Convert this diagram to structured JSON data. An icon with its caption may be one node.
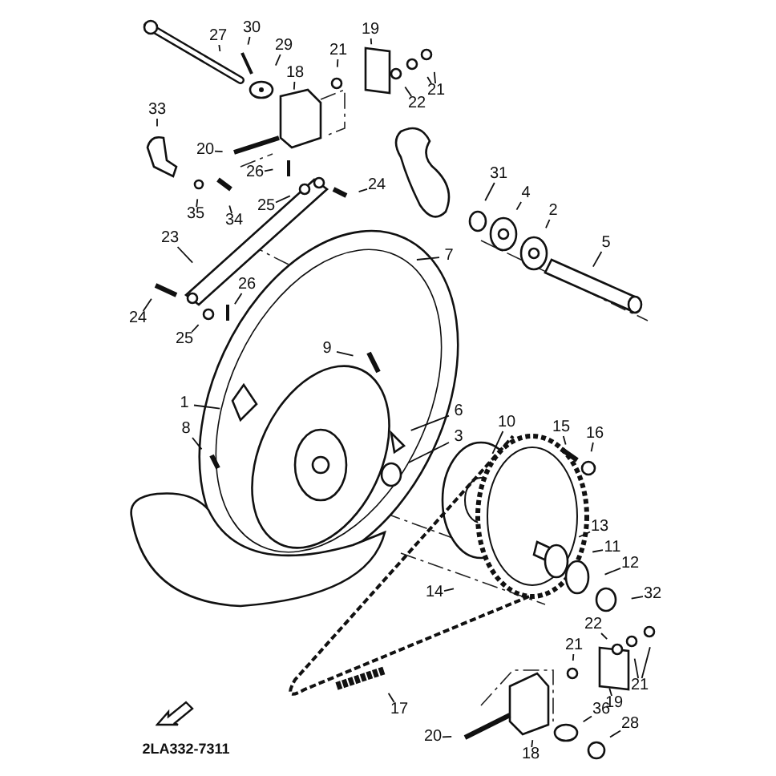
{
  "diagram": {
    "nodes": [
      {
        "text": [
          "30"
        ]
      },
      {
        "text": [
          "19"
        ]
      },
      {
        "text": [
          "27"
        ]
      },
      {
        "text": [
          "29"
        ]
      },
      {
        "text": [
          "21"
        ]
      },
      {
        "text": [
          "18"
        ]
      },
      {
        "text": [
          "21"
        ]
      },
      {
        "text": [
          "22"
        ]
      },
      {
        "text": [
          "33"
        ]
      },
      {
        "text": [
          "20"
        ]
      },
      {
        "text": [
          "31"
        ]
      },
      {
        "text": [
          "26"
        ]
      },
      {
        "text": [
          "24"
        ]
      },
      {
        "text": [
          "4"
        ]
      },
      {
        "text": [
          "25"
        ]
      },
      {
        "text": [
          "35"
        ]
      },
      {
        "text": [
          "2"
        ]
      },
      {
        "text": [
          "34"
        ]
      },
      {
        "text": [
          "5"
        ]
      },
      {
        "text": [
          "23"
        ]
      },
      {
        "text": [
          "7"
        ]
      },
      {
        "text": [
          "26"
        ]
      },
      {
        "text": [
          "24"
        ]
      },
      {
        "text": [
          "25"
        ]
      },
      {
        "text": [
          "9"
        ]
      },
      {
        "text": [
          "1"
        ]
      },
      {
        "text": [
          "6"
        ]
      },
      {
        "text": [
          "8"
        ]
      },
      {
        "text": [
          "15"
        ]
      },
      {
        "text": [
          "3"
        ]
      },
      {
        "text": [
          "16"
        ]
      },
      {
        "text": [
          "10"
        ]
      },
      {
        "text": [
          "13"
        ]
      },
      {
        "text": [
          "11"
        ]
      },
      {
        "text": [
          "12"
        ]
      },
      {
        "text": [
          "32"
        ]
      },
      {
        "text": [
          "14"
        ]
      },
      {
        "text": [
          "22"
        ]
      },
      {
        "text": [
          "21"
        ]
      },
      {
        "text": [
          "21"
        ]
      },
      {
        "text": [
          "19"
        ]
      },
      {
        "text": [
          "17"
        ]
      },
      {
        "text": [
          "36"
        ]
      },
      {
        "text": [
          "28"
        ]
      },
      {
        "text": [
          "20"
        ]
      },
      {
        "text": [
          "18"
        ]
      }
    ],
    "edges": [
      {
        "from": 0,
        "to": null,
        "arrow": "none"
      },
      {
        "from": 1,
        "to": null,
        "arrow": "none"
      },
      {
        "from": 2,
        "to": null,
        "arrow": "none"
      },
      {
        "from": 3,
        "to": null,
        "arrow": "none"
      },
      {
        "from": 4,
        "to": null,
        "arrow": "none"
      },
      {
        "from": 5,
        "to": null,
        "arrow": "none"
      },
      {
        "from": 6,
        "to": null,
        "arrow": "none"
      },
      {
        "from": 7,
        "to": null,
        "arrow": "none"
      },
      {
        "from": 8,
        "to": null,
        "arrow": "none"
      },
      {
        "from": 9,
        "to": null,
        "arrow": "none"
      },
      {
        "from": 10,
        "to": null,
        "arrow": "none"
      },
      {
        "from": 11,
        "to": null,
        "arrow": "none"
      },
      {
        "from": 12,
        "to": null,
        "arrow": "none"
      },
      {
        "from": 13,
        "to": null,
        "arrow": "none"
      },
      {
        "from": 14,
        "to": null,
        "arrow": "none"
      },
      {
        "from": 15,
        "to": null,
        "arrow": "none"
      },
      {
        "from": 16,
        "to": null,
        "arrow": "none"
      },
      {
        "from": 17,
        "to": null,
        "arrow": "none"
      },
      {
        "from": 18,
        "to": null,
        "arrow": "none"
      },
      {
        "from": 19,
        "to": null,
        "arrow": "none"
      },
      {
        "from": 20,
        "to": null,
        "arrow": "none"
      },
      {
        "from": 21,
        "to": null,
        "arrow": "none"
      },
      {
        "from": 22,
        "to": null,
        "arrow": "none"
      },
      {
        "from": 23,
        "to": null,
        "arrow": "none"
      },
      {
        "from": 24,
        "to": null,
        "arrow": "none"
      },
      {
        "from": 25,
        "to": null,
        "arrow": "none"
      },
      {
        "from": 26,
        "to": null,
        "arrow": "none"
      },
      {
        "from": 27,
        "to": null,
        "arrow": "none"
      },
      {
        "from": 28,
        "to": null,
        "arrow": "none"
      },
      {
        "from": 29,
        "to": null,
        "arrow": "none"
      },
      {
        "from": 30,
        "to": null,
        "arrow": "none"
      },
      {
        "from": 31,
        "to": null,
        "arrow": "none"
      },
      {
        "from": 32,
        "to": null,
        "arrow": "none"
      },
      {
        "from": 33,
        "to": null,
        "arrow": "none"
      },
      {
        "from": 34,
        "to": null,
        "arrow": "none"
      },
      {
        "from": 35,
        "to": null,
        "arrow": "none"
      },
      {
        "from": 36,
        "to": null,
        "arrow": "none"
      },
      {
        "from": 37,
        "to": null,
        "arrow": "none"
      },
      {
        "from": 38,
        "to": null,
        "arrow": "none"
      },
      {
        "from": 39,
        "to": null,
        "arrow": "none"
      },
      {
        "from": 40,
        "to": null,
        "arrow": "none"
      },
      {
        "from": 41,
        "to": null,
        "arrow": "none"
      },
      {
        "from": 42,
        "to": null,
        "arrow": "none"
      },
      {
        "from": 43,
        "to": null,
        "arrow": "none"
      },
      {
        "from": 44,
        "to": null,
        "arrow": "none"
      },
      {
        "from": 45,
        "to": null,
        "arrow": "none"
      },
      {
        "from": 6,
        "to": null,
        "arrow": "none"
      },
      {
        "from": 39,
        "to": null,
        "arrow": "none"
      }
    ],
    "labels": [
      "2LA332-7311"
    ]
  }
}
